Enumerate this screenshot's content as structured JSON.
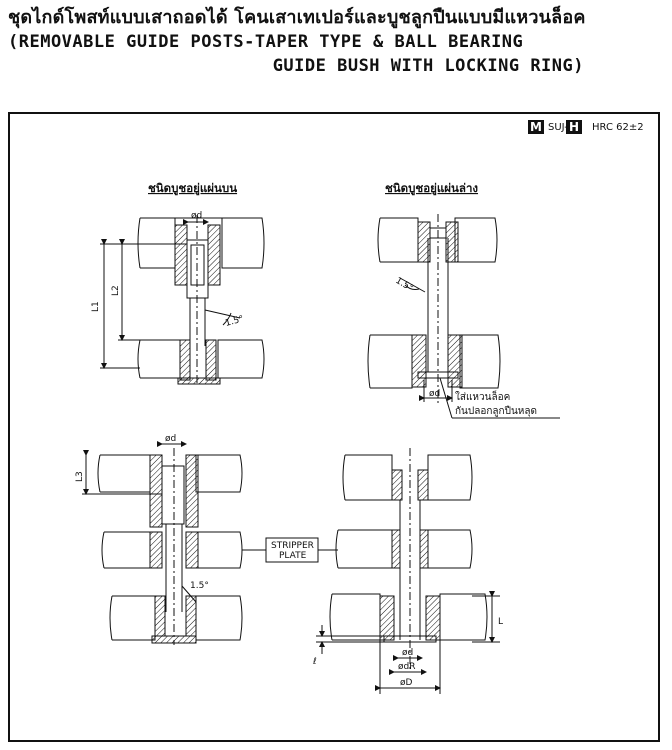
{
  "title": {
    "thai": "ชุดไกด์โพสท์แบบเสาถอดได้ โคนเสาเทเปอร์และบูชลูกปืนแบบมีแหวนล็อค",
    "en_line1": "(REMOVABLE GUIDE POSTS-TAPER TYPE & BALL BEARING",
    "en_line2": "GUIDE BUSH WITH LOCKING RING)"
  },
  "materials": [
    {
      "badge": "M",
      "text": "SUJ-2"
    },
    {
      "badge": "H",
      "text": "HRC 62±2"
    }
  ],
  "sections": {
    "upper_plate": "ชนิดบูชอยู่แผ่นบน",
    "lower_plate": "ชนิดบูชอยู่แผ่นล่าง"
  },
  "dimensions": {
    "od": "ød",
    "L1": "L1",
    "L2": "L2",
    "L3": "L3",
    "L": "L",
    "angle_15": "1.5°",
    "odR": "ødR",
    "oD": "øD",
    "ell": "ℓ"
  },
  "notes": {
    "ring_line1": "ใส่แหวนล็อค",
    "ring_line2": "กันปลอกลูกปืนหลุด",
    "stripper_line1": "STRIPPER",
    "stripper_line2": "PLATE"
  },
  "colors": {
    "line": "#111111",
    "hatch": "#111111",
    "plate": "#ffffff"
  }
}
